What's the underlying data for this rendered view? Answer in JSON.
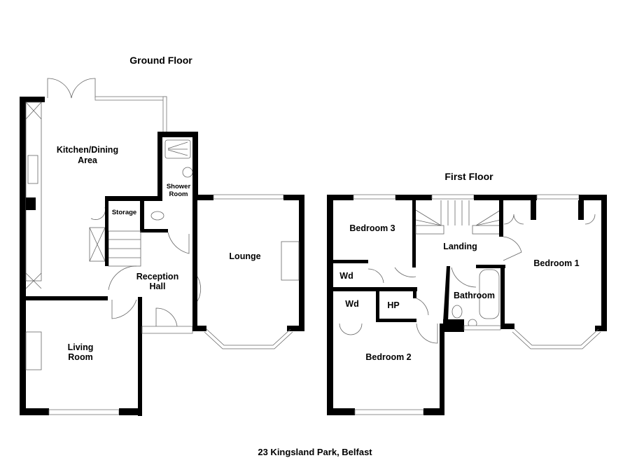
{
  "address": "23 Kingsland Park, Belfast",
  "floors": [
    {
      "title": "Ground Floor",
      "rooms": [
        {
          "id": "kitchen",
          "lines": [
            "Kitchen/Dining",
            "Area"
          ]
        },
        {
          "id": "shower",
          "lines": [
            "Shower",
            "Room"
          ]
        },
        {
          "id": "storage",
          "lines": [
            "Storage"
          ]
        },
        {
          "id": "reception",
          "lines": [
            "Reception",
            "Hall"
          ]
        },
        {
          "id": "lounge",
          "lines": [
            "Lounge"
          ]
        },
        {
          "id": "living",
          "lines": [
            "Living",
            "Room"
          ]
        }
      ]
    },
    {
      "title": "First Floor",
      "rooms": [
        {
          "id": "bed3",
          "lines": [
            "Bedroom 3"
          ]
        },
        {
          "id": "landing",
          "lines": [
            "Landing"
          ]
        },
        {
          "id": "bed1",
          "lines": [
            "Bedroom 1"
          ]
        },
        {
          "id": "wd1",
          "lines": [
            "Wd"
          ]
        },
        {
          "id": "wd2",
          "lines": [
            "Wd"
          ]
        },
        {
          "id": "hp",
          "lines": [
            "HP"
          ]
        },
        {
          "id": "bathroom",
          "lines": [
            "Bathroom"
          ]
        },
        {
          "id": "bed2",
          "lines": [
            "Bedroom 2"
          ]
        }
      ]
    }
  ]
}
